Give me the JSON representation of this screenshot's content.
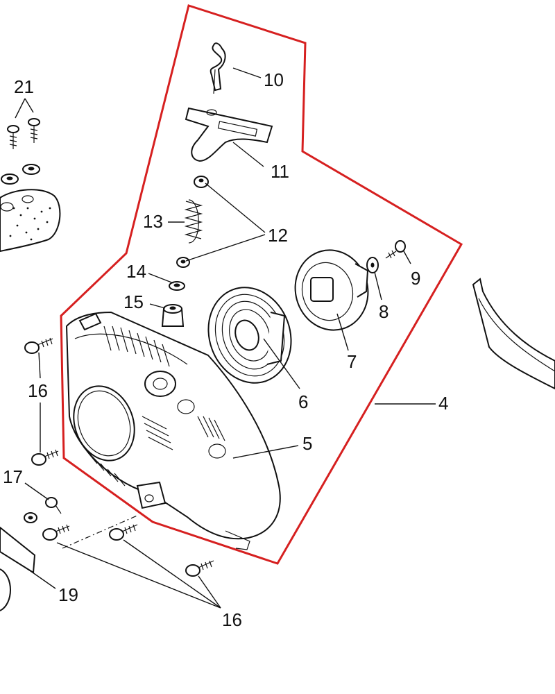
{
  "diagram": {
    "callouts": [
      {
        "id": "c4",
        "text": "4"
      },
      {
        "id": "c5",
        "text": "5"
      },
      {
        "id": "c6",
        "text": "6"
      },
      {
        "id": "c7",
        "text": "7"
      },
      {
        "id": "c8",
        "text": "8"
      },
      {
        "id": "c9",
        "text": "9"
      },
      {
        "id": "c10",
        "text": "10"
      },
      {
        "id": "c11",
        "text": "11"
      },
      {
        "id": "c12",
        "text": "12"
      },
      {
        "id": "c13",
        "text": "13"
      },
      {
        "id": "c14",
        "text": "14"
      },
      {
        "id": "c15",
        "text": "15"
      },
      {
        "id": "c16a",
        "text": "16"
      },
      {
        "id": "c16b",
        "text": "16"
      },
      {
        "id": "c17",
        "text": "17"
      },
      {
        "id": "c19",
        "text": "19"
      },
      {
        "id": "c21",
        "text": "21"
      }
    ],
    "colors": {
      "outline": "#d62020",
      "ink": "#111111",
      "background": "#ffffff"
    }
  }
}
